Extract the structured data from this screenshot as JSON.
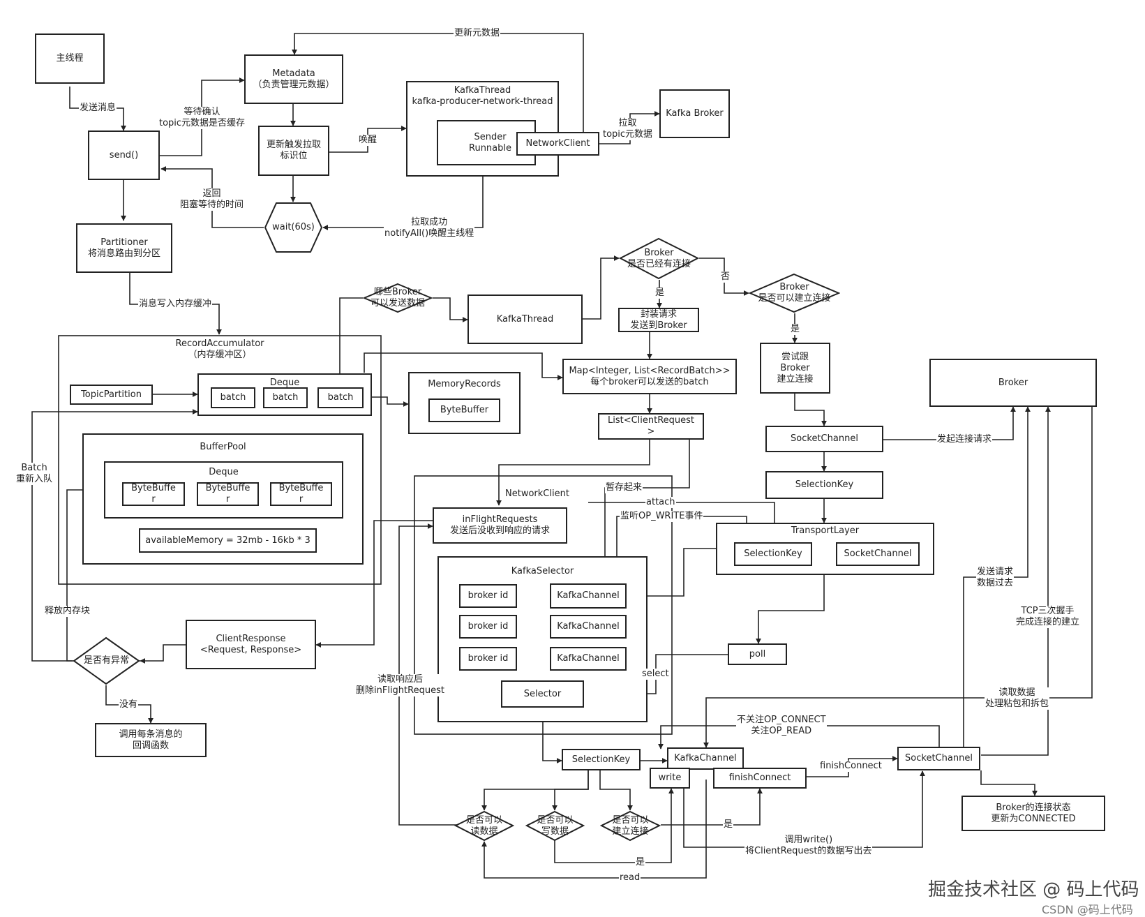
{
  "nodes": {
    "main_thread": "主线程",
    "send": "send()",
    "metadata": "Metadata\n（负责管理元数据）",
    "update_flag": "更新触发拉取\n标识位",
    "wait": "wait(60s)",
    "kafka_thread_top": "KafkaThread\nkafka-producer-network-thread",
    "sender_runnable": "Sender\nRunnable",
    "network_client_top": "NetworkClient",
    "kafka_broker_top": "Kafka Broker",
    "partitioner": "Partitioner\n将消息路由到分区",
    "record_accumulator": "RecordAccumulator\n（内存缓冲区）",
    "topic_partition": "TopicPartition",
    "deque": "Deque",
    "batch_1": "batch",
    "batch_2": "batch",
    "batch_3": "batch",
    "memory_records": "MemoryRecords",
    "byte_buffer": "ByteBuffer",
    "buffer_pool": "BufferPool",
    "pool_deque": "Deque",
    "pool_buf_1": "ByteBuffe\nr",
    "pool_buf_2": "ByteBuffe\nr",
    "pool_buf_3": "ByteBuffe\nr",
    "available_memory": "availableMemory = 32mb - 16kb * 3",
    "which_broker": "哪些Broker\n可以发送数据",
    "kafka_thread_mid": "KafkaThread",
    "broker_connected": "Broker\n是否已经有连接",
    "wrap_request": "封装请求\n发送到Broker",
    "broker_can_connect": "Broker\n是否可以建立连接",
    "try_connect": "尝试跟\nBroker\n建立连接",
    "map_batches": "Map<Integer, List<RecordBatch>>\n每个broker可以发送的batch",
    "list_client_request": "List<ClientRequest\n>",
    "broker_right": "Broker",
    "socket_channel_1": "SocketChannel",
    "selection_key_1": "SelectionKey",
    "transport_layer": "TransportLayer",
    "tl_selection_key": "SelectionKey",
    "tl_socket_channel": "SocketChannel",
    "network_client_mid": "NetworkClient",
    "inflight_requests": "inFlightRequests\n发送后没收到响应的请求",
    "kafka_selector": "KafkaSelector",
    "broker_id_1": "broker id",
    "broker_id_2": "broker id",
    "broker_id_3": "broker id",
    "kafka_channel_1": "KafkaChannel",
    "kafka_channel_2": "KafkaChannel",
    "kafka_channel_3": "KafkaChannel",
    "selector": "Selector",
    "poll": "poll",
    "client_response": "ClientResponse\n<Request, Response>",
    "has_exception": "是否有异常",
    "callback": "调用每条消息的\n回调函数",
    "selection_key_bottom": "SelectionKey",
    "kafka_channel_bottom": "KafkaChannel",
    "write": "write",
    "finish_connect": "finishConnect",
    "socket_channel_bottom": "SocketChannel",
    "connected_state": "Broker的连接状态\n更新为CONNECTED",
    "can_read": "是否可以\n读数据",
    "can_write": "是否可以\n写数据",
    "can_connect": "是否可以\n建立连接"
  },
  "edge_labels": {
    "update_metadata": "更新元数据",
    "send_message": "发送消息",
    "wait_confirm": "等待确认\ntopic元数据是否缓存",
    "wake_up": "唤醒",
    "pull_topic": "拉取\ntopic元数据",
    "return_block": "返回\n阻塞等待的时间",
    "pull_success": "拉取成功\nnotifyAll()唤醒主线程",
    "write_buffer": "消息写入内存缓冲",
    "no": "否",
    "yes_1": "是",
    "yes_2": "是",
    "batch_requeue": "Batch\n重新入队",
    "release_memory": "释放内存块",
    "temp_store": "暂存起来",
    "attach": "attach",
    "listen_write": "监听OP_WRITE事件",
    "initiate_connect": "发起连接请求",
    "send_request": "发送请求\n数据过去",
    "tcp_handshake": "TCP三次握手\n完成连接的建立",
    "read_data": "读取数据\n处理粘包和拆包",
    "select": "select",
    "read_response": "读取响应后\n删除inFlightRequest",
    "no_exception": "没有",
    "op_connect": "不关注OP_CONNECT\n关注OP_READ",
    "finish_connect_lbl": "finishConnect",
    "call_write": "调用write()\n将ClientRequest的数据写出去",
    "yes_3": "是",
    "yes_4": "是",
    "read": "read"
  },
  "watermark": {
    "main": "掘金技术社区 @ 码上代码",
    "sub": "CSDN @码上代码"
  }
}
